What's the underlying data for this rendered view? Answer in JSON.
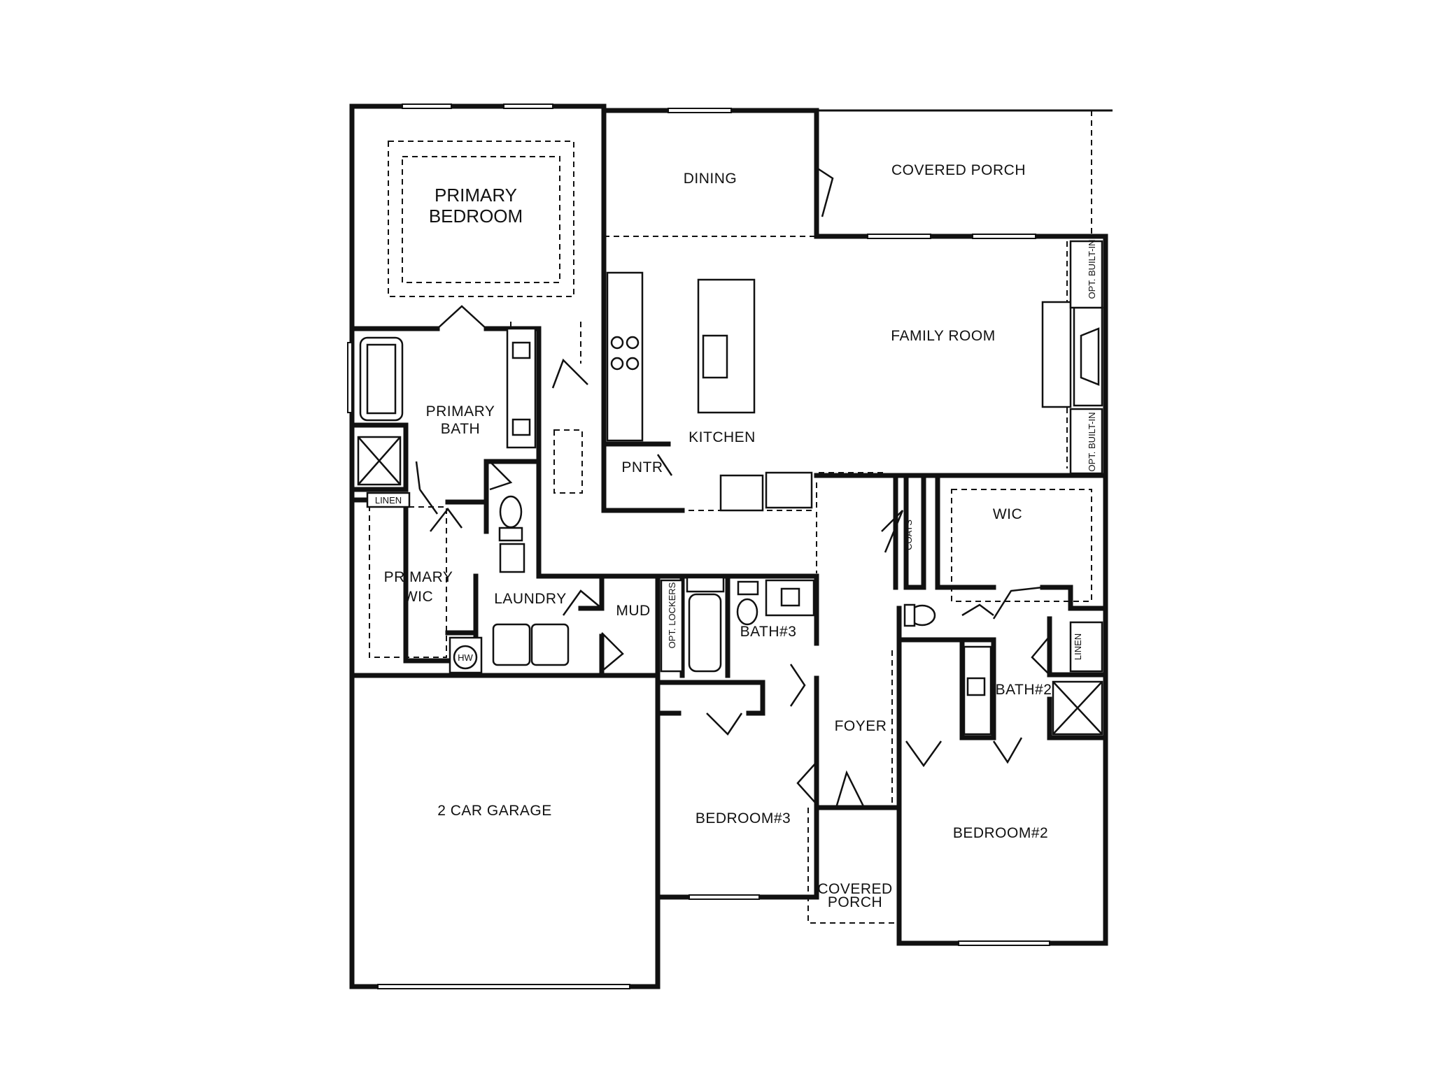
{
  "rooms": {
    "primary_bedroom": [
      "PRIMARY",
      "BEDROOM"
    ],
    "dining": "DINING",
    "covered_porch_rear": "COVERED PORCH",
    "primary_bath": [
      "PRIMARY",
      "BATH"
    ],
    "linen_primary": "LINEN",
    "kitchen": "KITCHEN",
    "pantry": "PNTR",
    "family_room": "FAMILY ROOM",
    "opt_built_in_top": "OPT. BUILT-IN",
    "opt_built_in_bottom": "OPT. BUILT-IN",
    "primary_wic": [
      "PRIMARY",
      "WIC"
    ],
    "laundry": "LAUNDRY",
    "mud": "MUD",
    "opt_lockers": "OPT. LOCKERS",
    "hw": "HW",
    "bath3": "BATH#3",
    "coats": "COATS",
    "wic": "WIC",
    "linen_bath2": "LINEN",
    "bath2": "BATH#2",
    "foyer": "FOYER",
    "garage": "2 CAR GARAGE",
    "bedroom3": "BEDROOM#3",
    "covered_porch_front": [
      "COVERED",
      "PORCH"
    ],
    "bedroom2": "BEDROOM#2"
  }
}
